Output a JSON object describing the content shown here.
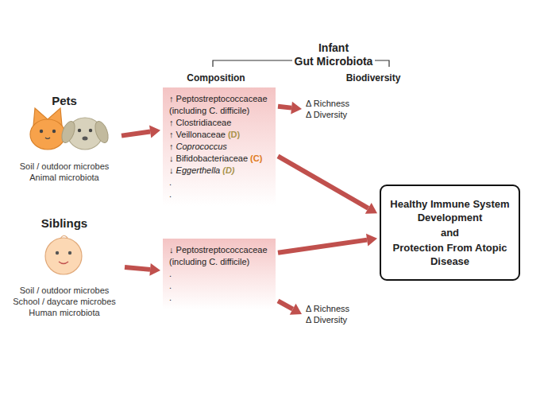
{
  "diagram": {
    "nodes": [
      {
        "text": [
          "Pets",
          "Soil / outdoor microbes Animal microbiota"
        ]
      },
      {
        "text": [
          "↑ Peptostreptococcaceae (including C. difficile)",
          "↑ Clostridiaceae",
          "↑ Veillonaceae",
          "(D)",
          "↑ Coprococcus",
          "↓ Bifidobacteriaceae",
          "(C)",
          "↓ Eggerthella",
          "(D)",
          ".",
          "."
        ]
      },
      {
        "text": [
          "Δ Richness",
          "Δ Diversity"
        ]
      },
      {
        "text": [
          "Healthy Immune System Development",
          "and",
          "Protection From Atopic Disease"
        ]
      },
      {
        "text": [
          "Siblings",
          "Soil / outdoor microbes School / daycare microbes Human microbiota"
        ]
      },
      {
        "text": [
          "↓ Peptostreptococcaceae (including C. difficile)",
          ".",
          ".",
          "."
        ]
      },
      {
        "text": [
          "Δ Richness",
          "Δ Diversity"
        ]
      }
    ],
    "edges": [
      {
        "from": 0,
        "to": 1,
        "arrow": "to"
      },
      {
        "from": 1,
        "to": 2,
        "arrow": "to"
      },
      {
        "from": 1,
        "to": 3,
        "arrow": "to"
      },
      {
        "from": 4,
        "to": 5,
        "arrow": "to"
      },
      {
        "from": 5,
        "to": 3,
        "arrow": "to"
      },
      {
        "from": 5,
        "to": 6,
        "arrow": "to"
      }
    ],
    "labels": [
      "Infant",
      "Gut Microbiota",
      "Composition",
      "Biodiversity"
    ]
  }
}
